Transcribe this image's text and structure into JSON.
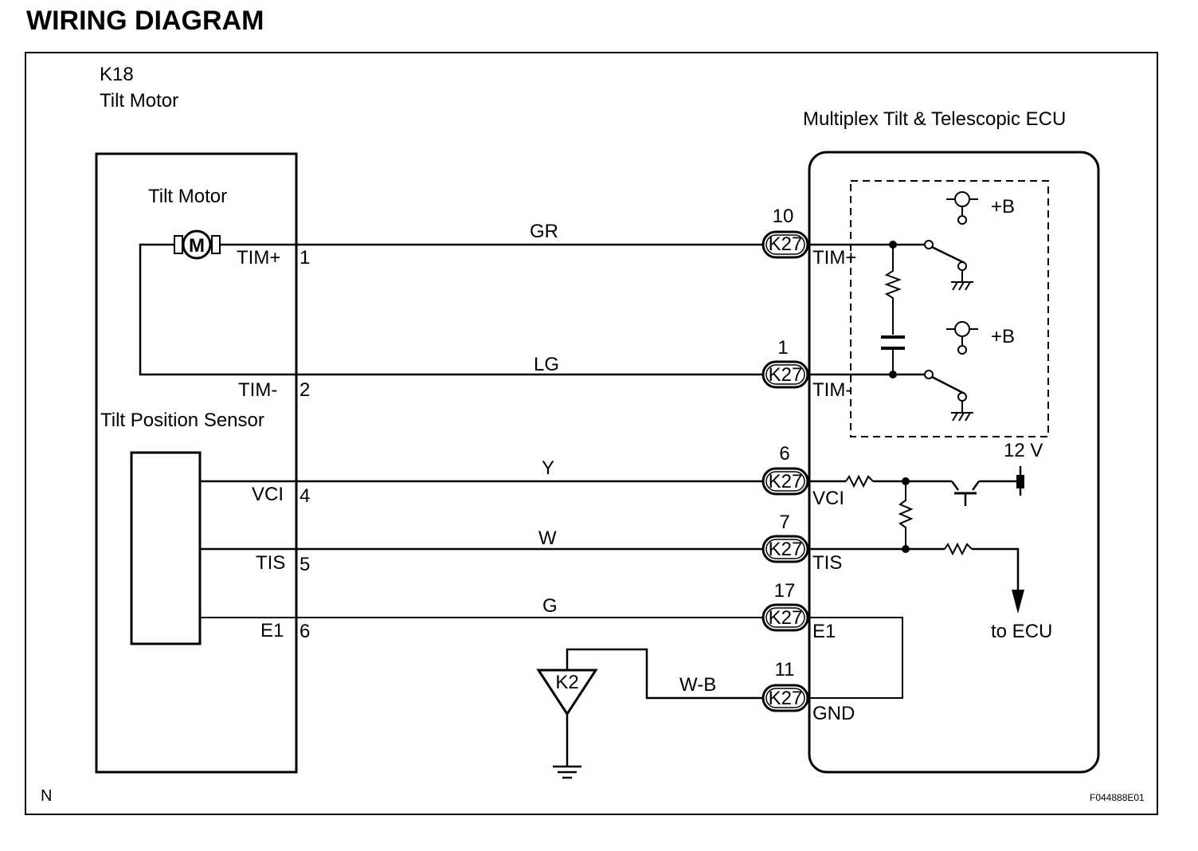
{
  "title": "WIRING DIAGRAM",
  "tilt_motor_box": {
    "code": "K18",
    "name": "Tilt Motor"
  },
  "ecu": {
    "name": "Multiplex Tilt & Telescopic ECU"
  },
  "motor": {
    "label": "Tilt Motor",
    "symbol": "M"
  },
  "sensor": {
    "label": "Tilt Position Sensor"
  },
  "pins_left": [
    {
      "name": "TIM+",
      "num": "1"
    },
    {
      "name": "TIM-",
      "num": "2"
    },
    {
      "name": "VCI",
      "num": "4"
    },
    {
      "name": "TIS",
      "num": "5"
    },
    {
      "name": "E1",
      "num": "6"
    }
  ],
  "wires": [
    {
      "color": "GR",
      "connector": "K27",
      "pin": "10",
      "terminal": "TIM+"
    },
    {
      "color": "LG",
      "connector": "K27",
      "pin": "1",
      "terminal": "TIM-"
    },
    {
      "color": "Y",
      "connector": "K27",
      "pin": "6",
      "terminal": "VCI"
    },
    {
      "color": "W",
      "connector": "K27",
      "pin": "7",
      "terminal": "TIS"
    },
    {
      "color": "G",
      "connector": "K27",
      "pin": "17",
      "terminal": "E1"
    },
    {
      "color": "W-B",
      "connector": "K27",
      "pin": "11",
      "terminal": "GND"
    }
  ],
  "ground": {
    "code": "K2"
  },
  "supply_labels": [
    "+B",
    "+B"
  ],
  "voltage": "12 V",
  "to_ecu": "to ECU",
  "footer": {
    "left": "N",
    "right": "F044888E01"
  }
}
